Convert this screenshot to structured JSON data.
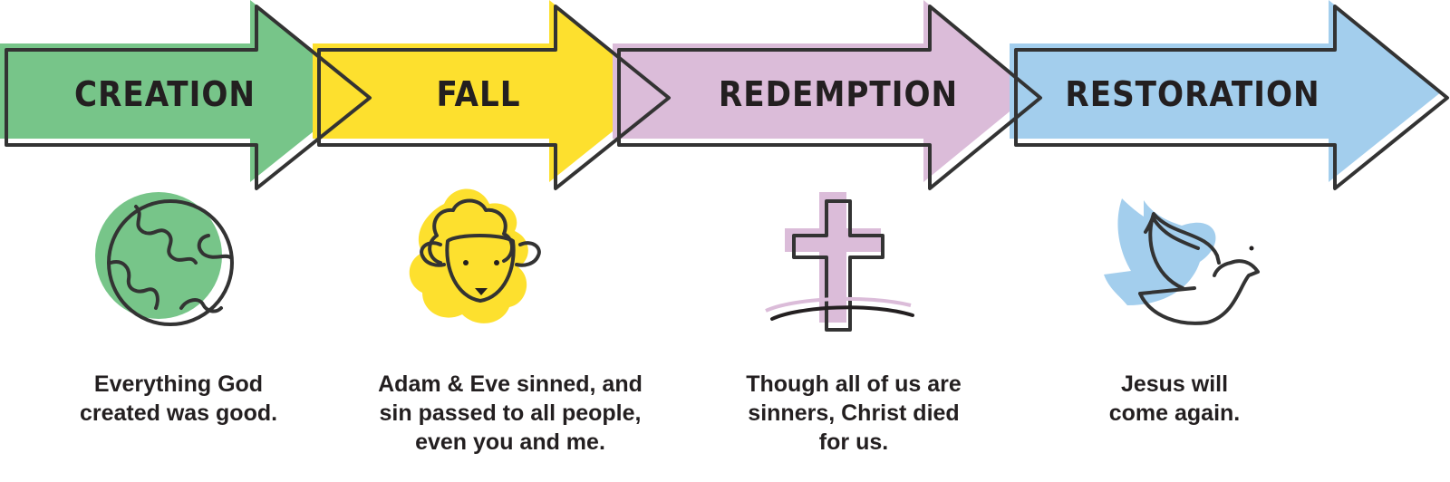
{
  "stages": [
    {
      "title": "CREATION",
      "color": "#77c589",
      "icon": "globe-icon",
      "description": [
        "Everything God",
        "created was good."
      ]
    },
    {
      "title": "FALL",
      "color": "#fde02e",
      "icon": "sheep-icon",
      "description": [
        "Adam & Eve sinned, and",
        "sin passed to all people,",
        "even you and me."
      ]
    },
    {
      "title": "REDEMPTION",
      "color": "#dbbcd9",
      "icon": "cross-icon",
      "description": [
        "Though all of us are",
        "sinners, Christ died",
        "for us."
      ]
    },
    {
      "title": "RESTORATION",
      "color": "#a3ceed",
      "icon": "dove-icon",
      "description": [
        "Jesus will",
        "come again."
      ]
    }
  ]
}
